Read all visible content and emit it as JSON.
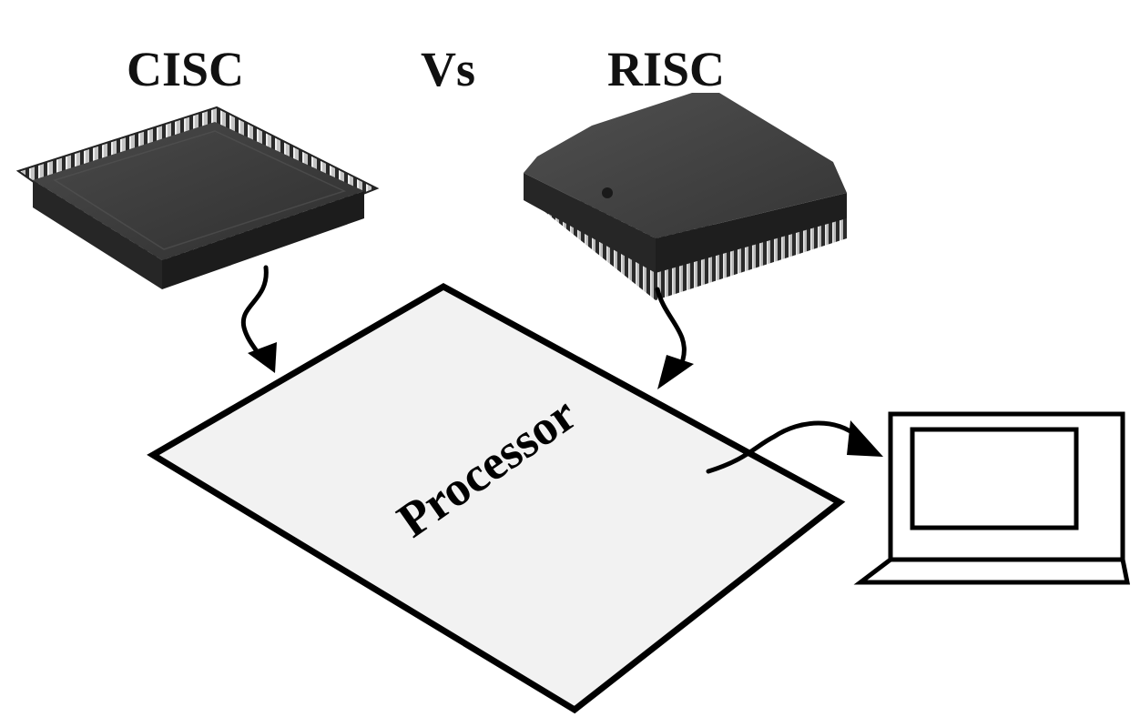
{
  "headings": {
    "left": "CISC",
    "middle": "Vs",
    "right": "RISC"
  },
  "processor": {
    "label": "Processor"
  },
  "icons": {
    "cisc_chip": "plcc-chip-icon",
    "risc_chip": "qfp-chip-icon",
    "laptop": "laptop-icon"
  },
  "colors": {
    "background": "#ffffff",
    "ink": "#000000",
    "chip_body": "#3a3a3a",
    "chip_pins": "#bdbdbd",
    "processor_fill": "#f2f2f2"
  }
}
